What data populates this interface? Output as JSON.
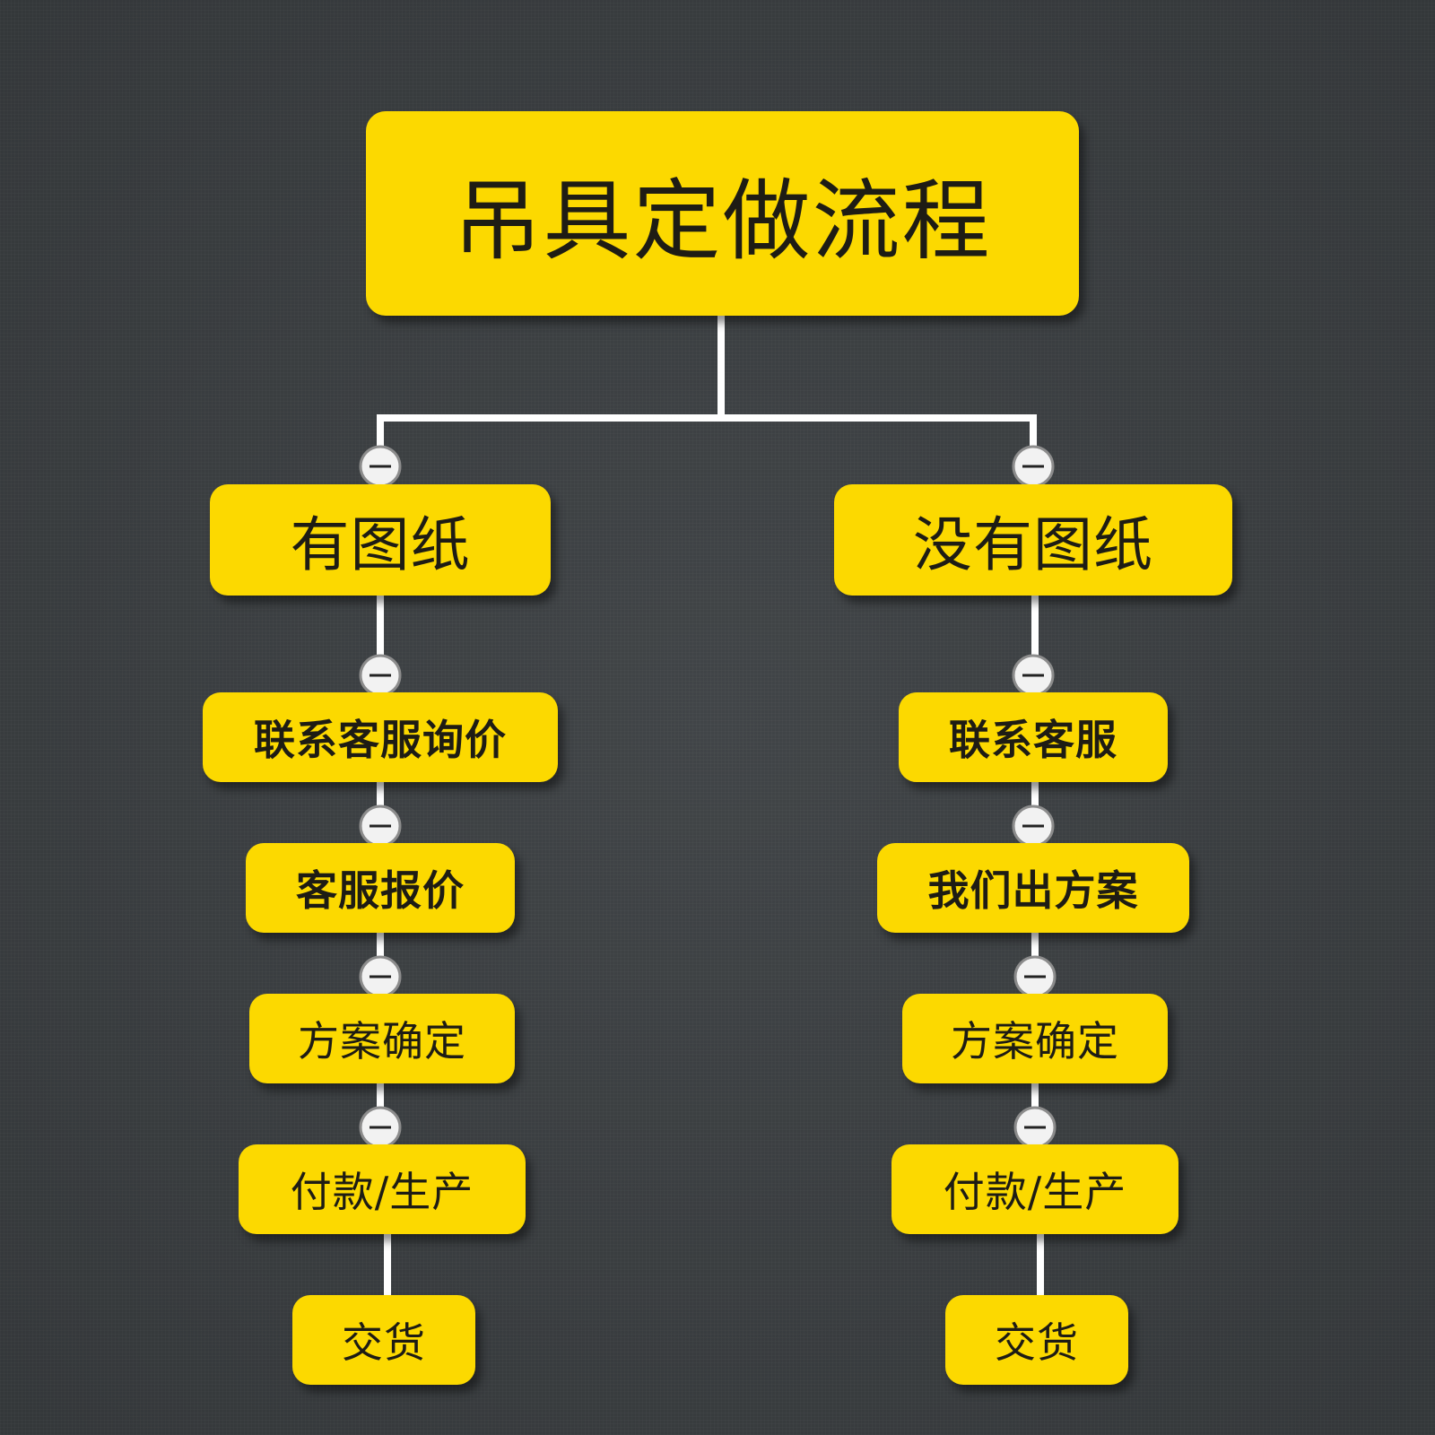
{
  "title": "吊具定做流程",
  "branches": [
    {
      "label": "有图纸",
      "steps": [
        "联系客服询价",
        "客服报价",
        "方案确定",
        "付款/生产",
        "交货"
      ]
    },
    {
      "label": "没有图纸",
      "steps": [
        "联系客服",
        "我们出方案",
        "方案确定",
        "付款/生产",
        "交货"
      ]
    }
  ],
  "colors": {
    "background": "#3b3f42",
    "box_fill": "#fcd900",
    "box_text": "#1e1c14",
    "connector": "#ffffff"
  },
  "icons": {
    "collapse_marker": "collapse-minus-icon"
  }
}
